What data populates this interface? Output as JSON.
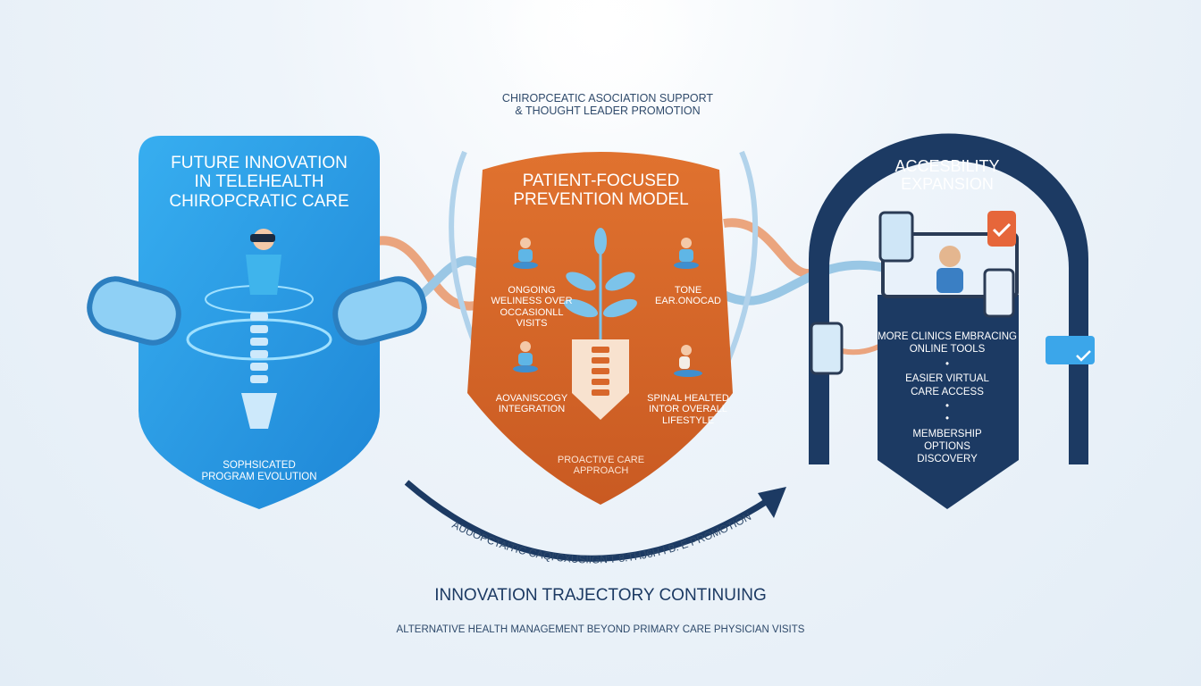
{
  "top_caption": {
    "line1": "CHIROPCEATIC ASOCIATION SUPPORT",
    "line2": "& THOUGHT LEADER PROMOTION"
  },
  "left_shield": {
    "title": [
      "FUTURE INNOVATION",
      "IN TELEHEALTH",
      "CHIROPCRATIC CARE"
    ],
    "footer": [
      "SOPHSICATED",
      "PROGRAM EVOLUTION"
    ],
    "color": "#2a9ee6"
  },
  "center_shield": {
    "title": [
      "PATIENT-FOCUSED",
      "PREVENTION MODEL"
    ],
    "items": [
      [
        "ONGOING",
        "WELINESS OVER",
        "OCCASIONLL VISITS"
      ],
      [
        "TONE",
        "EAR.ONOCAD"
      ],
      [
        "AOVANISCOGY",
        "INTEGRATION"
      ],
      [
        "SPINAL HEALTED",
        "INTOR OVERALL",
        "LIFESTYLE"
      ]
    ],
    "footer": [
      "PROACTIVE CARE",
      "APPROACH"
    ],
    "color": "#d8672b"
  },
  "right_arch": {
    "title": [
      "ACCESBILITY",
      "EXPANSION"
    ],
    "items": [
      [
        "MORE CLINICS EMBRACING",
        "ONLINE TOOLS"
      ],
      [
        "EASIER VIRTUAL",
        "CARE ACCESS"
      ],
      [
        "MEMBERSHIP",
        "OPTIONS",
        "DISCOVERY"
      ]
    ],
    "color": "#1c3a63"
  },
  "arc_text": "AUUOPCTAITIC CAQI'CXUSIIGN'T 8.THJ6H I B. E PROMOTION",
  "bottom": {
    "title": "INNOVATION TRAJECTORY CONTINUING",
    "subtitle": "ALTERNATIVE HEALTH MANAGEMENT BEYOND PRIMARY CARE PHYSICIAN VISITS"
  }
}
